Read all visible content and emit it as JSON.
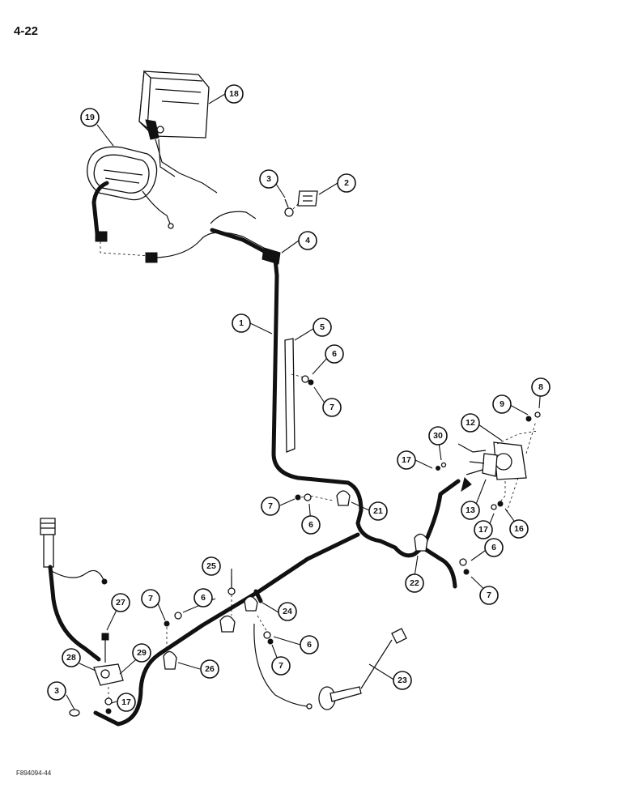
{
  "page": {
    "number": "4-22",
    "figure_id": "F894094-44"
  },
  "callouts": [
    {
      "id": "c18",
      "label": "18"
    },
    {
      "id": "c19",
      "label": "19"
    },
    {
      "id": "c3a",
      "label": "3"
    },
    {
      "id": "c2",
      "label": "2"
    },
    {
      "id": "c4",
      "label": "4"
    },
    {
      "id": "c1",
      "label": "1"
    },
    {
      "id": "c5",
      "label": "5"
    },
    {
      "id": "c6a",
      "label": "6"
    },
    {
      "id": "c7a",
      "label": "7"
    },
    {
      "id": "c8",
      "label": "8"
    },
    {
      "id": "c9",
      "label": "9"
    },
    {
      "id": "c12",
      "label": "12"
    },
    {
      "id": "c30",
      "label": "30"
    },
    {
      "id": "c17a",
      "label": "17"
    },
    {
      "id": "c13",
      "label": "13"
    },
    {
      "id": "c17b",
      "label": "17"
    },
    {
      "id": "c16",
      "label": "16"
    },
    {
      "id": "c7b",
      "label": "7"
    },
    {
      "id": "c6b",
      "label": "6"
    },
    {
      "id": "c21",
      "label": "21"
    },
    {
      "id": "c6c",
      "label": "6"
    },
    {
      "id": "c22",
      "label": "22"
    },
    {
      "id": "c7c",
      "label": "7"
    },
    {
      "id": "c25",
      "label": "25"
    },
    {
      "id": "c27",
      "label": "27"
    },
    {
      "id": "c7d",
      "label": "7"
    },
    {
      "id": "c6d",
      "label": "6"
    },
    {
      "id": "c24",
      "label": "24"
    },
    {
      "id": "c6e",
      "label": "6"
    },
    {
      "id": "c7e",
      "label": "7"
    },
    {
      "id": "c28",
      "label": "28"
    },
    {
      "id": "c29",
      "label": "29"
    },
    {
      "id": "c26",
      "label": "26"
    },
    {
      "id": "c23",
      "label": "23"
    },
    {
      "id": "c3b",
      "label": "3"
    },
    {
      "id": "c17c",
      "label": "17"
    }
  ]
}
